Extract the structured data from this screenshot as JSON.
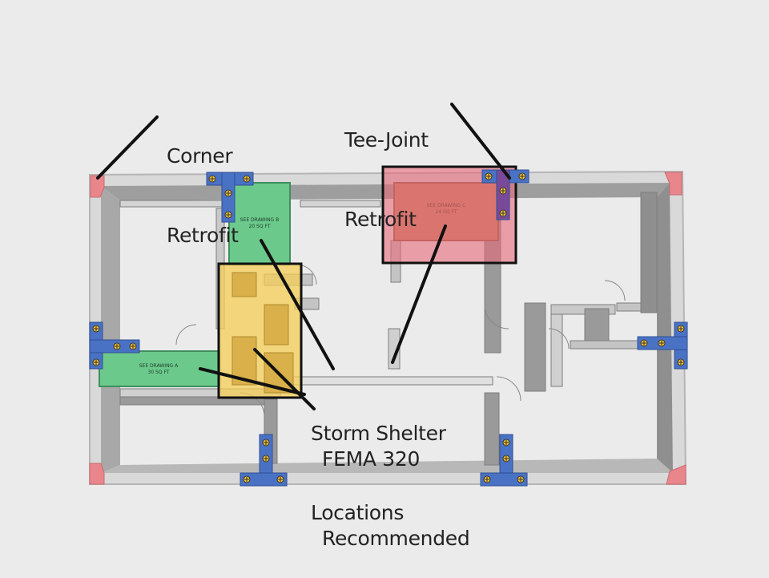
{
  "labels": {
    "corner": [
      "Corner",
      "Retrofit"
    ],
    "tee": [
      "Tee-Joint",
      "Retrofit"
    ],
    "shelter": [
      "Storm Shelter",
      "Locations"
    ],
    "fema": [
      "FEMA 320",
      "Recommended"
    ]
  },
  "rooms": {
    "a": [
      "SEE DRAWING A",
      "30 SQ FT"
    ],
    "b": [
      "SEE DRAWING B",
      "20 SQ FT"
    ],
    "c": [
      "SEE DRAWING C",
      "24 SQ FT"
    ]
  },
  "colors": {
    "background": "#ebebeb",
    "wall": "#9a9a9a",
    "wall_top": "#d6d6d6",
    "corner_pad": "#e8868c",
    "bracket": "#4a72c4",
    "shelter_green": "#6cc98c",
    "highlight_yellow": "#f5cf55",
    "highlight_red": "#e86a7a"
  },
  "icons": {
    "anchor_bolt": "bolt-icon"
  }
}
